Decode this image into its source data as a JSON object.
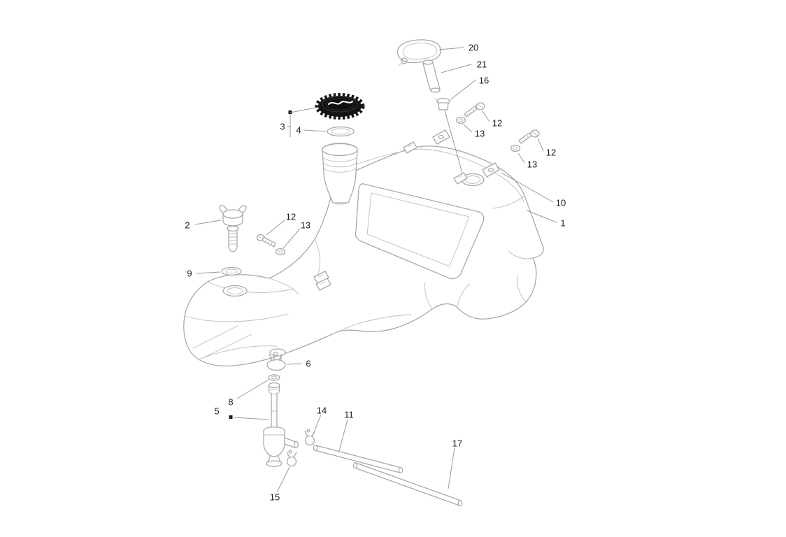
{
  "diagram": {
    "background_color": "#ffffff",
    "line_color": "#a9a9a9",
    "leader_color": "#9a9a9a",
    "label_color": "#1d1d1d",
    "cap_color": "#141414",
    "callouts": [
      {
        "label": "20"
      },
      {
        "label": "21"
      },
      {
        "label": "16"
      },
      {
        "label": "12"
      },
      {
        "label": "13"
      },
      {
        "label": "12"
      },
      {
        "label": "13"
      },
      {
        "label": "10"
      },
      {
        "label": "1"
      },
      {
        "label": "3"
      },
      {
        "label": "4"
      },
      {
        "label": "2"
      },
      {
        "label": "12"
      },
      {
        "label": "13"
      },
      {
        "label": "9"
      },
      {
        "label": "6"
      },
      {
        "label": "8"
      },
      {
        "label": "5"
      },
      {
        "label": "14"
      },
      {
        "label": "11"
      },
      {
        "label": "15"
      },
      {
        "label": "17"
      }
    ]
  }
}
